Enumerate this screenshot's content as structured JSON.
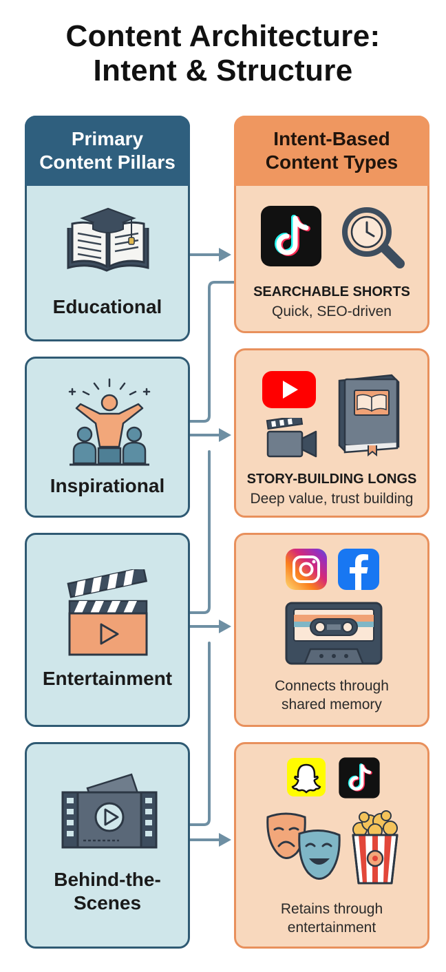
{
  "title": {
    "line1": "Content Architecture:",
    "line2": "Intent & Structure"
  },
  "left_column": {
    "header_line1": "Primary",
    "header_line2": "Content Pillars",
    "pillars": [
      {
        "label": "Educational",
        "icon": "open-book-graduation-cap-icon"
      },
      {
        "label": "Inspirational",
        "icon": "cheering-person-audience-icon"
      },
      {
        "label": "Entertainment",
        "icon": "clapperboard-play-icon"
      },
      {
        "label_line1": "Behind-the-",
        "label_line2": "Scenes",
        "icon": "film-reel-play-icon"
      }
    ]
  },
  "right_column": {
    "header_line1": "Intent-Based",
    "header_line2": "Content Types",
    "types": [
      {
        "title": "SEARCHABLE SHORTS",
        "description": "Quick, SEO-driven",
        "icons": [
          "tiktok-icon",
          "magnifier-clock-icon"
        ]
      },
      {
        "title": "STORY-BUILDING LONGS",
        "description": "Deep value, trust building",
        "icons": [
          "youtube-icon",
          "video-camera-icon",
          "book-icon"
        ]
      },
      {
        "description_line1": "Connects through",
        "description_line2": "shared memory",
        "icons": [
          "instagram-icon",
          "facebook-icon",
          "cassette-tape-icon"
        ]
      },
      {
        "description_line1": "Retains through",
        "description_line2": "entertainment",
        "icons": [
          "snapchat-icon",
          "tiktok-icon",
          "theater-masks-icon",
          "popcorn-icon"
        ]
      }
    ]
  },
  "colors": {
    "left_header": "#2f5f7e",
    "left_fill": "#cfe6ea",
    "right_header": "#ef9760",
    "right_fill": "#f8d8bd",
    "connector": "#6e8fa3"
  }
}
